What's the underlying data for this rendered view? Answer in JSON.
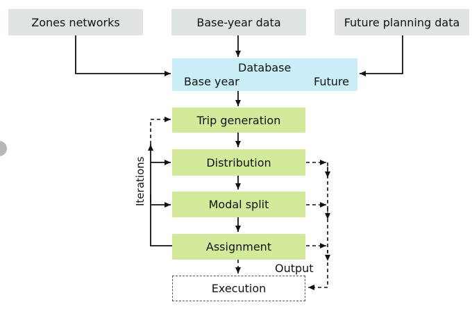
{
  "inputs": {
    "zones": "Zones networks",
    "base_year_data": "Base-year data",
    "future_planning": "Future planning data"
  },
  "database": {
    "title": "Database",
    "base": "Base year",
    "future": "Future"
  },
  "steps": {
    "trip_generation": "Trip generation",
    "distribution": "Distribution",
    "modal_split": "Modal split",
    "assignment": "Assignment"
  },
  "iterations": "Iterations",
  "output": "Output",
  "execution": "Execution"
}
